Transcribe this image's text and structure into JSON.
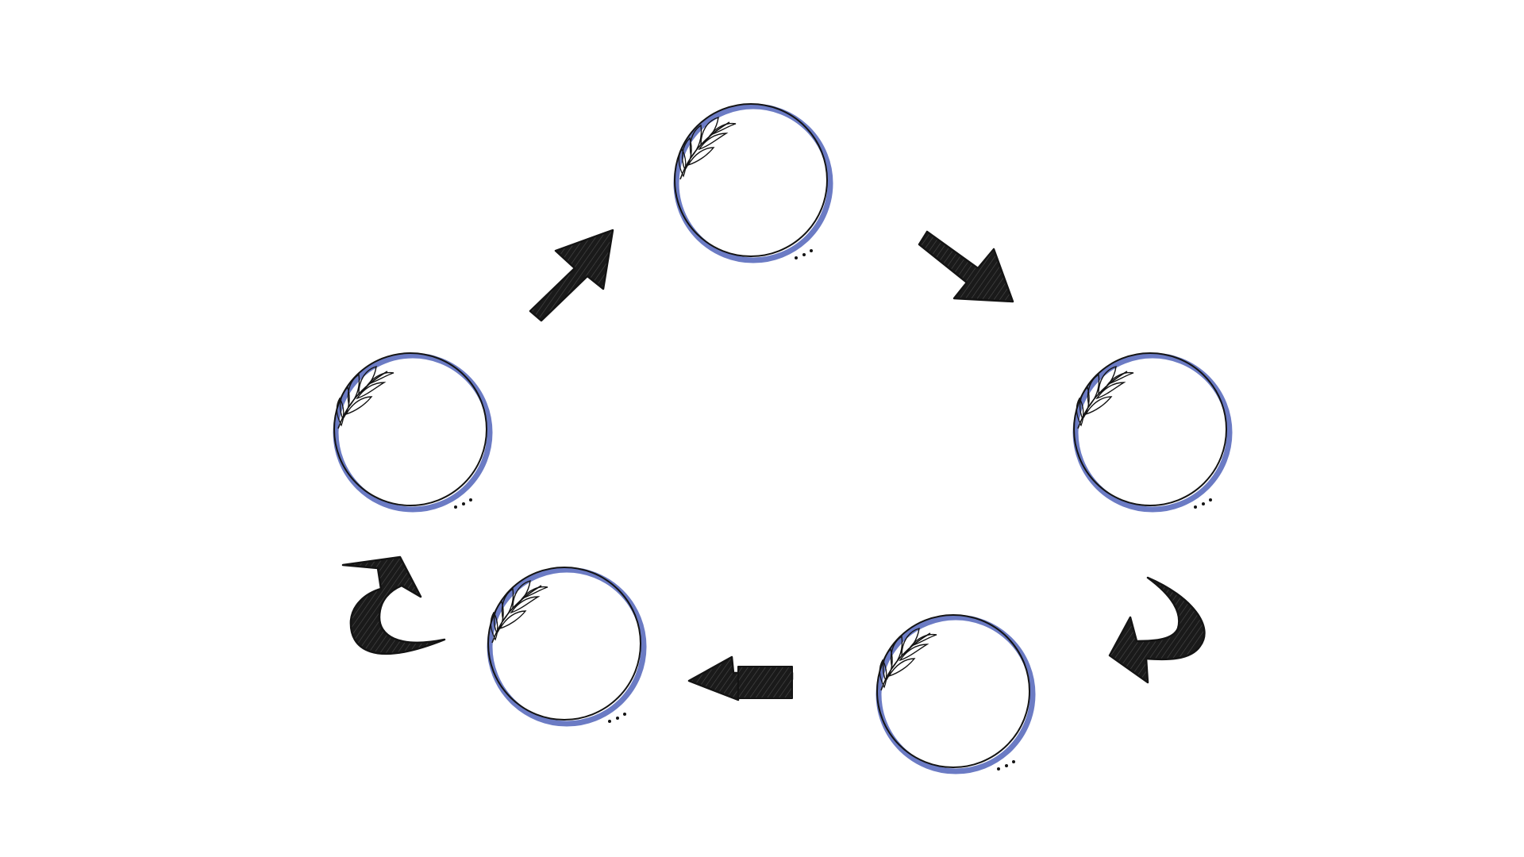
{
  "diagram": {
    "type": "cycle",
    "nodes": [
      {
        "id": "node-top",
        "label": ""
      },
      {
        "id": "node-right",
        "label": ""
      },
      {
        "id": "node-bottom-right",
        "label": ""
      },
      {
        "id": "node-bottom-left",
        "label": ""
      },
      {
        "id": "node-left",
        "label": ""
      }
    ],
    "arrows": [
      {
        "from": "node-left",
        "to": "node-top",
        "style": "straight"
      },
      {
        "from": "node-top",
        "to": "node-right",
        "style": "straight"
      },
      {
        "from": "node-right",
        "to": "node-bottom-right",
        "style": "curved"
      },
      {
        "from": "node-bottom-right",
        "to": "node-bottom-left",
        "style": "straight"
      },
      {
        "from": "node-bottom-left",
        "to": "node-left",
        "style": "curved"
      }
    ],
    "colors": {
      "ring": "#6b7bc4",
      "ink": "#141414",
      "background": "#ffffff"
    },
    "icons": {
      "node": "laurel-branch-circle-icon",
      "arrow": "sketched-arrow-icon"
    }
  }
}
